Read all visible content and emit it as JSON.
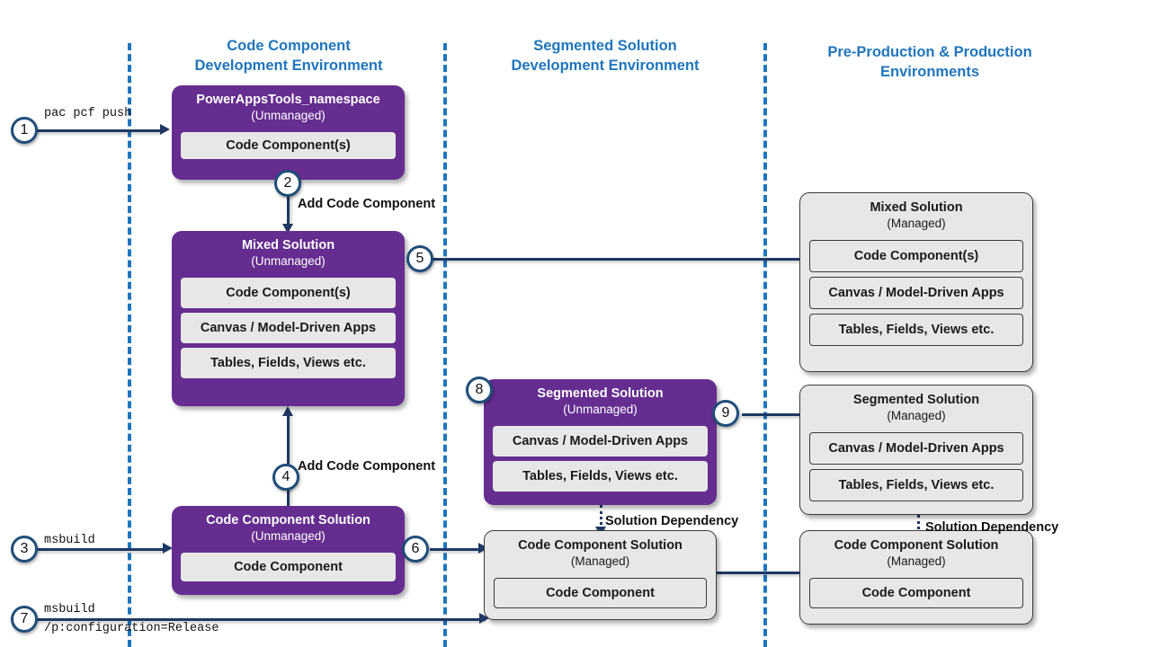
{
  "headers": [
    {
      "id": "code-component-dev",
      "line1": "Code Component",
      "line2": "Development Environment"
    },
    {
      "id": "segmented-dev",
      "line1": "Segmented Solution",
      "line2": "Development Environment"
    },
    {
      "id": "preprod-prod",
      "line1": "Pre-Production & Production",
      "line2": "Environments"
    }
  ],
  "colors": {
    "accent_blue": "#1F76BC",
    "purple": "#652D90",
    "connector": "#1F3864",
    "badge_border": "#1F4E79",
    "gray_fill": "#E7E7E7"
  },
  "cards": {
    "powerapps_tools": {
      "title": "PowerAppsTools_namespace",
      "sub": "(Unmanaged)",
      "items": [
        "Code Component(s)"
      ]
    },
    "mixed_unmanaged": {
      "title": "Mixed Solution",
      "sub": "(Unmanaged)",
      "items": [
        "Code Component(s)",
        "Canvas / Model-Driven Apps",
        "Tables, Fields, Views etc."
      ]
    },
    "code_component_unmanaged": {
      "title": "Code Component Solution",
      "sub": "(Unmanaged)",
      "items": [
        "Code Component"
      ]
    },
    "segmented_unmanaged": {
      "title": "Segmented Solution",
      "sub": "(Unmanaged)",
      "items": [
        "Canvas / Model-Driven Apps",
        "Tables, Fields, Views etc."
      ]
    },
    "code_component_managed_mid": {
      "title": "Code Component Solution",
      "sub": "(Managed)",
      "items": [
        "Code Component"
      ]
    },
    "mixed_managed": {
      "title": "Mixed Solution",
      "sub": "(Managed)",
      "items": [
        "Code Component(s)",
        "Canvas / Model-Driven Apps",
        "Tables, Fields, Views etc."
      ]
    },
    "segmented_managed": {
      "title": "Segmented Solution",
      "sub": "(Managed)",
      "items": [
        "Canvas / Model-Driven Apps",
        "Tables, Fields, Views etc."
      ]
    },
    "code_component_managed_right": {
      "title": "Code Component Solution",
      "sub": "(Managed)",
      "items": [
        "Code Component"
      ]
    }
  },
  "badges": [
    {
      "n": "1"
    },
    {
      "n": "2"
    },
    {
      "n": "3"
    },
    {
      "n": "4"
    },
    {
      "n": "5"
    },
    {
      "n": "6"
    },
    {
      "n": "7"
    },
    {
      "n": "8"
    },
    {
      "n": "9"
    }
  ],
  "labels": {
    "cmd_1": "pac pcf push",
    "cmd_3": "msbuild",
    "cmd_7_line1": "msbuild",
    "cmd_7_line2": "/p:configuration=Release",
    "add_code_component_2": "Add Code Component",
    "add_code_component_4": "Add Code Component",
    "solution_dependency_mid": "Solution Dependency",
    "solution_dependency_right": "Solution Dependency"
  }
}
